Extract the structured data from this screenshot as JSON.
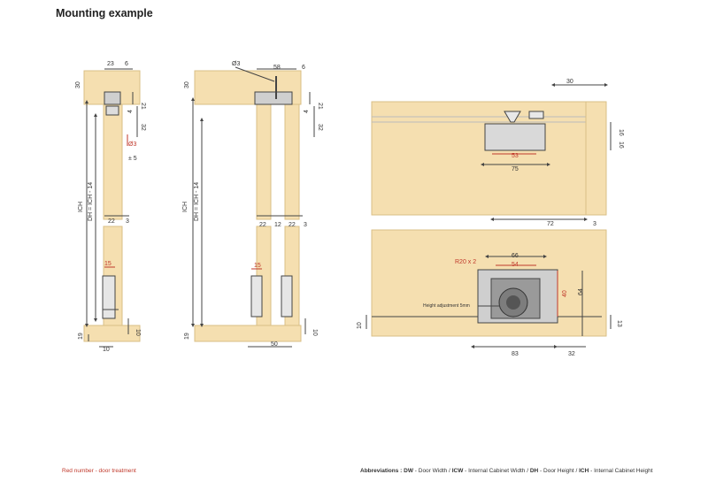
{
  "title": "Mounting example",
  "colors": {
    "wood": "#f5dfb0",
    "wood_edge": "#d9bf86",
    "line": "#444444",
    "red": "#c0392b",
    "metal": "#cfcfcf"
  },
  "drawing1": {
    "d23": "23",
    "d6": "6",
    "d30": "30",
    "d21": "21",
    "d4": "4",
    "d32": "32",
    "phi3": "Ø3",
    "pm5": "± 5",
    "ich": "ICH",
    "dh": "DH = ICH - 14",
    "d22": "22",
    "d3": "3",
    "d15": "15",
    "d19": "19",
    "d10a": "10",
    "d10b": "10"
  },
  "drawing2": {
    "phi3": "Ø3",
    "d58": "58",
    "d6": "6",
    "d30": "30",
    "d21": "21",
    "d4": "4",
    "d32": "32",
    "ich": "ICH",
    "dh": "DH = ICH - 14",
    "d22a": "22",
    "d12": "12",
    "d22b": "22",
    "d3": "3",
    "d15": "15",
    "d19": "19",
    "d50": "50",
    "d10": "10"
  },
  "drawing3": {
    "d30": "30",
    "d16a": "16",
    "d16b": "16",
    "d53": "53",
    "d75": "75",
    "d72": "72",
    "d3": "3"
  },
  "drawing4": {
    "r20x2": "R20 x 2",
    "d66": "66",
    "d54": "54",
    "d40": "40",
    "d64": "64",
    "height_adj": "Height adjustment 5mm",
    "d10": "10",
    "d13": "13",
    "d83": "83",
    "d32": "32"
  },
  "footer": {
    "note": "Red number - door treatment",
    "abbr_label": "Abbreviations : ",
    "dw": "DW",
    "dw_text": " - Door Width / ",
    "icw": "ICW",
    "icw_text": " - Internal Cabinet Width / ",
    "dh": "DH",
    "dh_text": " - Door Height / ",
    "ich": "ICH",
    "ich_text": " - Internal Cabinet Height"
  }
}
